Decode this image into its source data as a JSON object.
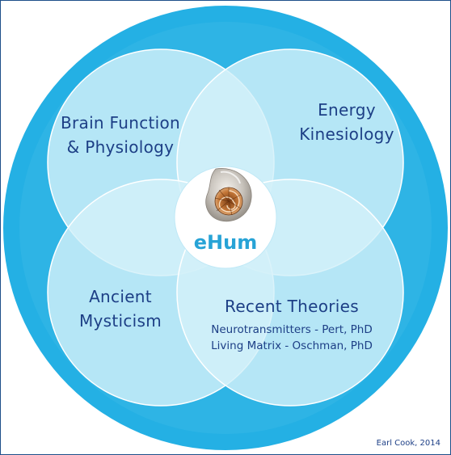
{
  "diagram": {
    "lobes": {
      "top_left": {
        "line1": "Brain Function",
        "line2": "& Physiology"
      },
      "top_right": {
        "line1": "Energy",
        "line2": "Kinesiology"
      },
      "bottom_left": {
        "line1": "Ancient",
        "line2": "Mysticism"
      },
      "bottom_right": {
        "title": "Recent Theories",
        "sub1": "Neurotransmitters - Pert, PhD",
        "sub2": "Living Matrix - Oschman, PhD"
      }
    },
    "center_label": "eHum",
    "center_icon": "nautilus-shell-icon",
    "credit": "Earl Cook, 2014"
  },
  "colors": {
    "outer_ring": "#24b0e4",
    "lobe_fill": "#d3f0f9",
    "lobe_stroke": "#ffffff",
    "text": "#1d3f86",
    "center_text": "#27a3d6",
    "border": "#1e4f8a"
  }
}
